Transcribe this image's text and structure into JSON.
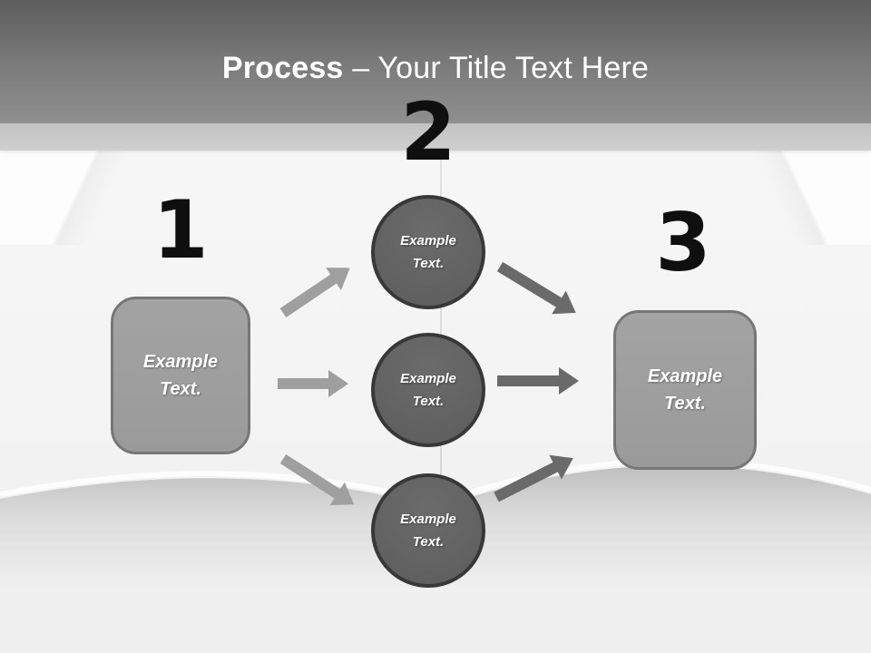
{
  "header": {
    "title_bold": "Process",
    "title_rest": "– Your Title Text Here"
  },
  "diagram": {
    "step_numbers": [
      "1",
      "2",
      "3"
    ],
    "left_box": {
      "line1": "Example",
      "line2": "Text."
    },
    "circles": [
      {
        "line1": "Example",
        "line2": "Text."
      },
      {
        "line1": "Example",
        "line2": "Text."
      },
      {
        "line1": "Example",
        "line2": "Text."
      }
    ],
    "right_box": {
      "line1": "Example",
      "line2": "Text."
    }
  },
  "colors": {
    "header_gradient_top": "#5d5d5d",
    "header_gradient_bottom": "#8f8f8f",
    "subheader_strip": "#c9c9c9",
    "body_background": "#f4f4f4",
    "swoosh_gray": "#b7b7b7",
    "box_fill": "#9d9d9d",
    "box_border": "#767676",
    "circle_fill": "#616161",
    "circle_border": "#383838",
    "left_arrow": "#9f9f9f",
    "right_arrow": "#6a6a6a",
    "number_color": "#0f0f0f",
    "title_color": "#ffffff",
    "label_color": "#ffffff"
  }
}
